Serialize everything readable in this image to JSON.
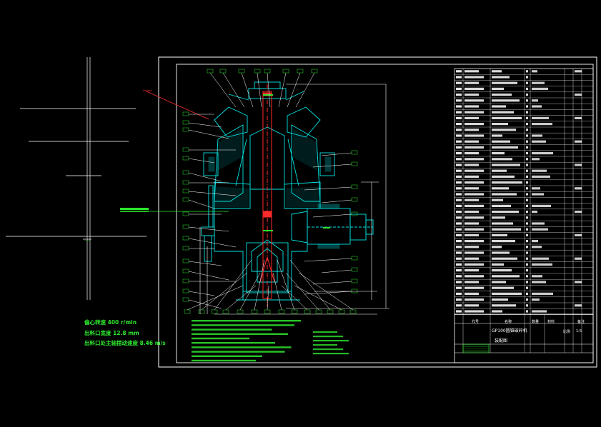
{
  "notes": {
    "line1": "偏心转速  400 r/min",
    "line2": "出料口宽度 12.8 mm",
    "line3": "出料口处主轴摆动速度 8.46 m/s"
  },
  "title_block": {
    "product_name": "GP100圆锥破碎机",
    "drawing_type": "装配图",
    "scale_label": "比例",
    "scale_value": "1:5",
    "col_code": "代号",
    "col_name": "名称",
    "col_qty": "数量",
    "col_material": "材料",
    "col_remark": "备注"
  },
  "colors": {
    "frame": "#ffffff",
    "machine_outline": "#00e5e5",
    "shaft": "#ff2a2a",
    "text_green": "#2ee62e",
    "leader": "#ffffff",
    "table_line": "#ffffff"
  }
}
